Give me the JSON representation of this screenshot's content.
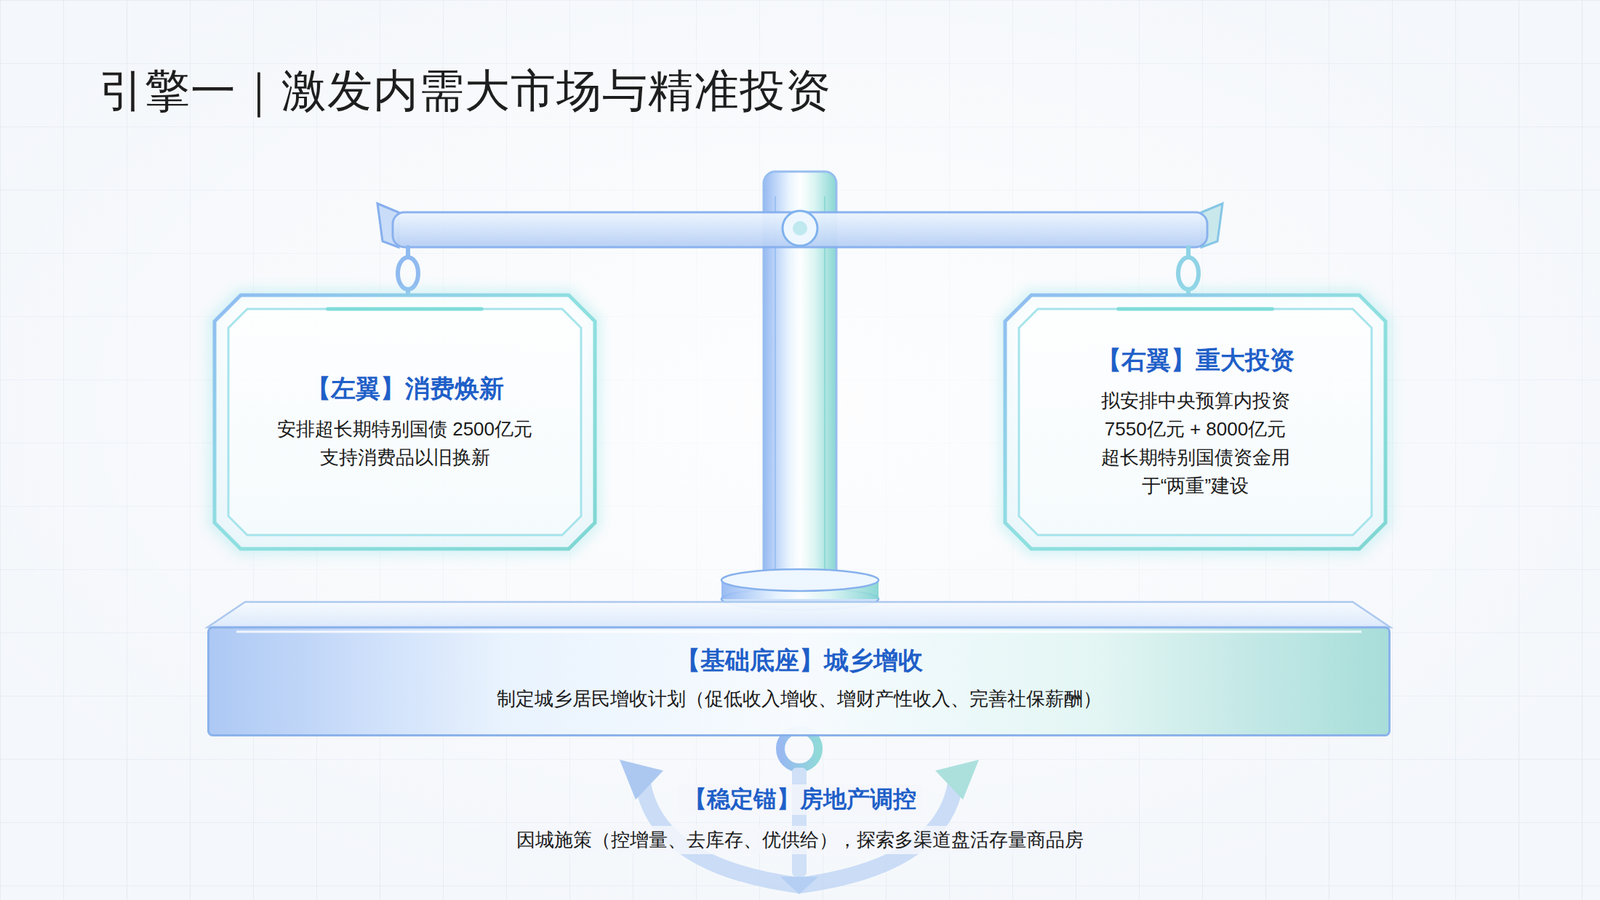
{
  "diagram": {
    "title": "引擎一｜激发内需大市场与精准投资",
    "nodes": [
      {
        "text": [
          "【左翼】消费焕新",
          "安排超长期特别国债 2500亿元 支持消费品以旧换新"
        ]
      },
      {
        "text": [
          "【右翼】重大投资",
          "拟安排中央预算内投资 7550亿元 + 8000亿元 超长期特别国债资金用于“两重”建设"
        ]
      },
      {
        "text": [
          "【基础底座】城乡增收",
          "制定城乡居民增收计划（促低收入增收、增财产性收入、完善社保薪酬）"
        ]
      },
      {
        "text": [
          "【稳定锚】房地产调控",
          "因城施策（控增量、去库存、优供给），探索多渠道盘活存量商品房"
        ]
      }
    ]
  }
}
